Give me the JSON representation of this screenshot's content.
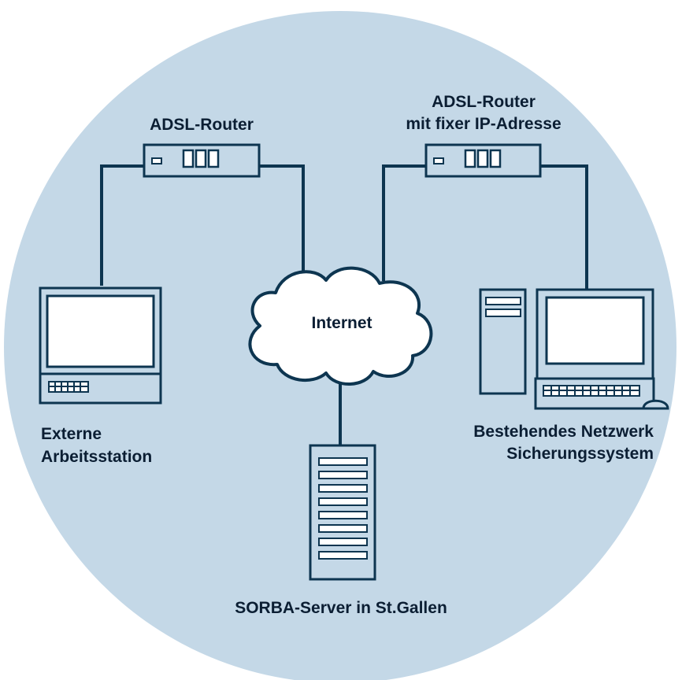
{
  "colors": {
    "background": "#ffffff",
    "circle_fill": "#c4d8e7",
    "device_fill": "#c4d8e7",
    "device_stroke": "#0d3550",
    "screen_fill": "#ffffff",
    "text": "#0b1e33"
  },
  "routers": {
    "left_label": "ADSL-Router",
    "right_label_line1": "ADSL-Router",
    "right_label_line2": "mit fixer IP-Adresse"
  },
  "cloud": {
    "label": "Internet"
  },
  "workstation": {
    "label_line1": "Externe",
    "label_line2": "Arbeitsstation"
  },
  "network": {
    "label_line1": "Bestehendes Netzwerk",
    "label_line2": "Sicherungssystem"
  },
  "server": {
    "label": "SORBA-Server in St.Gallen"
  }
}
